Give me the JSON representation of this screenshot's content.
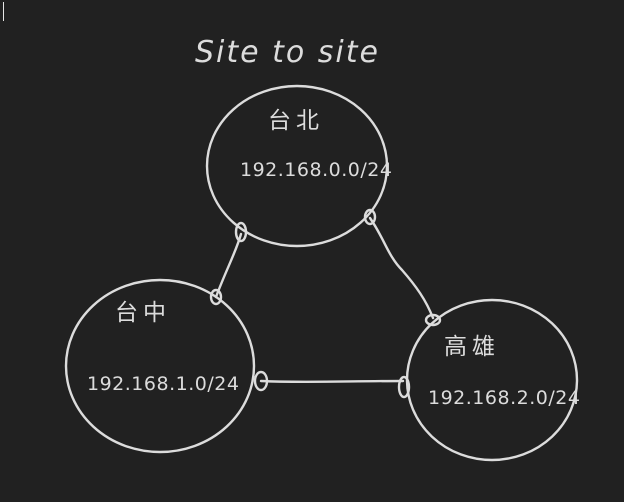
{
  "title": "Site to site",
  "sites": [
    {
      "name": "台北",
      "subnet": "192.168.0.0/24"
    },
    {
      "name": "台中",
      "subnet": "192.168.1.0/24"
    },
    {
      "name": "高雄",
      "subnet": "192.168.2.0/24"
    }
  ],
  "links": [
    {
      "from": "台北",
      "to": "台中"
    },
    {
      "from": "台北",
      "to": "高雄"
    },
    {
      "from": "台中",
      "to": "高雄"
    }
  ],
  "colors": {
    "background": "#212121",
    "stroke": "#dcdcdc"
  }
}
